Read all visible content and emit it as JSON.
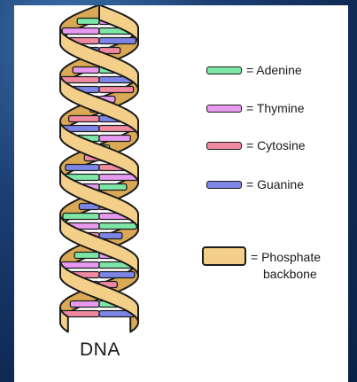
{
  "title": "DNA",
  "legend": [
    {
      "key": "adenine",
      "label": "= Adenine",
      "color": "#7ee6a6"
    },
    {
      "key": "thymine",
      "label": "= Thymine",
      "color": "#e79af0"
    },
    {
      "key": "cytosine",
      "label": "= Cytosine",
      "color": "#ef8aa0"
    },
    {
      "key": "guanine",
      "label": "= Guanine",
      "color": "#7d86e6"
    }
  ],
  "backbone": {
    "label_line1": "= Phosphate",
    "label_line2": "backbone",
    "color": "#f3cf8a"
  },
  "colors": {
    "outline": "#1b1b1b",
    "backbone_back": "#d9a955"
  }
}
